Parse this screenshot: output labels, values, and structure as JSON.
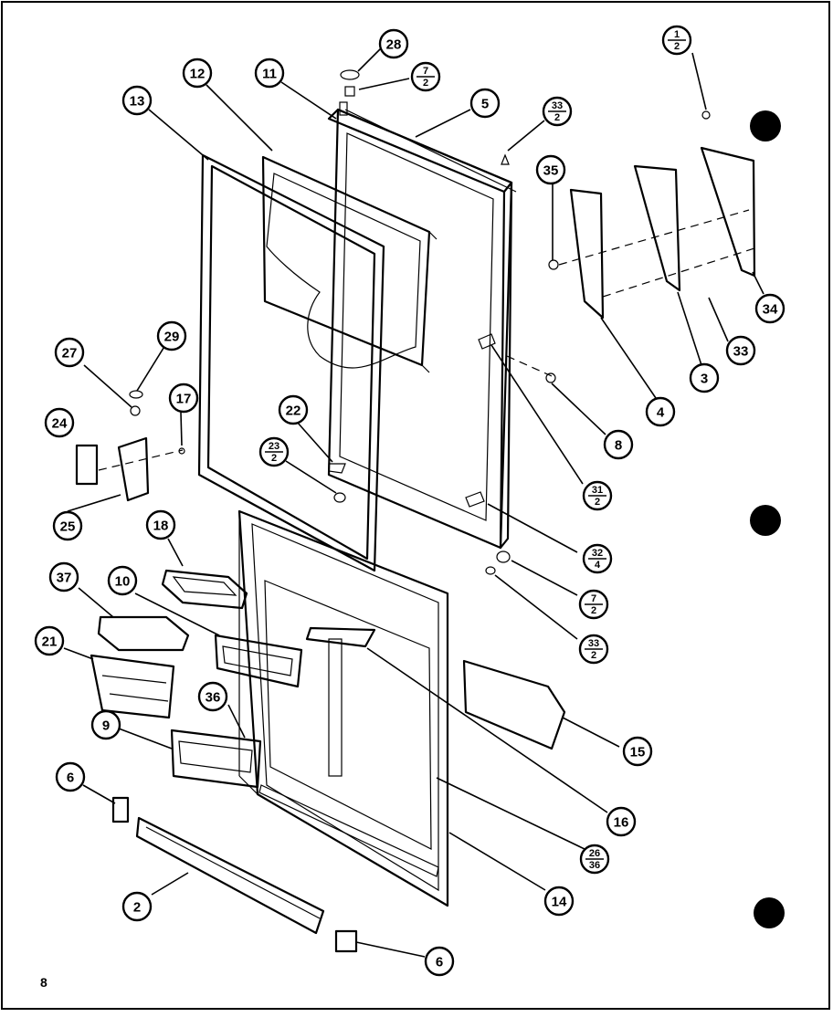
{
  "page_number": "8",
  "callouts": [
    {
      "id": "c28",
      "main": "28"
    },
    {
      "id": "c7-2a",
      "main": "7",
      "sub": "2"
    },
    {
      "id": "c11",
      "main": "11"
    },
    {
      "id": "c12",
      "main": "12"
    },
    {
      "id": "c13",
      "main": "13"
    },
    {
      "id": "c5",
      "main": "5"
    },
    {
      "id": "c33-2a",
      "main": "33",
      "sub": "2"
    },
    {
      "id": "c1-2",
      "main": "1",
      "sub": "2"
    },
    {
      "id": "c35",
      "main": "35"
    },
    {
      "id": "c34",
      "main": "34"
    },
    {
      "id": "c33",
      "main": "33"
    },
    {
      "id": "c3",
      "main": "3"
    },
    {
      "id": "c4",
      "main": "4"
    },
    {
      "id": "c8",
      "main": "8"
    },
    {
      "id": "c31-2",
      "main": "31",
      "sub": "2"
    },
    {
      "id": "c29",
      "main": "29"
    },
    {
      "id": "c27",
      "main": "27"
    },
    {
      "id": "c17",
      "main": "17"
    },
    {
      "id": "c22",
      "main": "22"
    },
    {
      "id": "c23-2",
      "main": "23",
      "sub": "2"
    },
    {
      "id": "c24",
      "main": "24"
    },
    {
      "id": "c25",
      "main": "25"
    },
    {
      "id": "c18",
      "main": "18"
    },
    {
      "id": "c32-4",
      "main": "32",
      "sub": "4"
    },
    {
      "id": "c7-2b",
      "main": "7",
      "sub": "2"
    },
    {
      "id": "c33-2b",
      "main": "33",
      "sub": "2"
    },
    {
      "id": "c37",
      "main": "37"
    },
    {
      "id": "c10",
      "main": "10"
    },
    {
      "id": "c21",
      "main": "21"
    },
    {
      "id": "c36",
      "main": "36"
    },
    {
      "id": "c9",
      "main": "9"
    },
    {
      "id": "c15",
      "main": "15"
    },
    {
      "id": "c6a",
      "main": "6"
    },
    {
      "id": "c16",
      "main": "16"
    },
    {
      "id": "c26-36",
      "main": "26",
      "sub": "36"
    },
    {
      "id": "c2",
      "main": "2"
    },
    {
      "id": "c14",
      "main": "14"
    },
    {
      "id": "c6b",
      "main": "6"
    }
  ]
}
